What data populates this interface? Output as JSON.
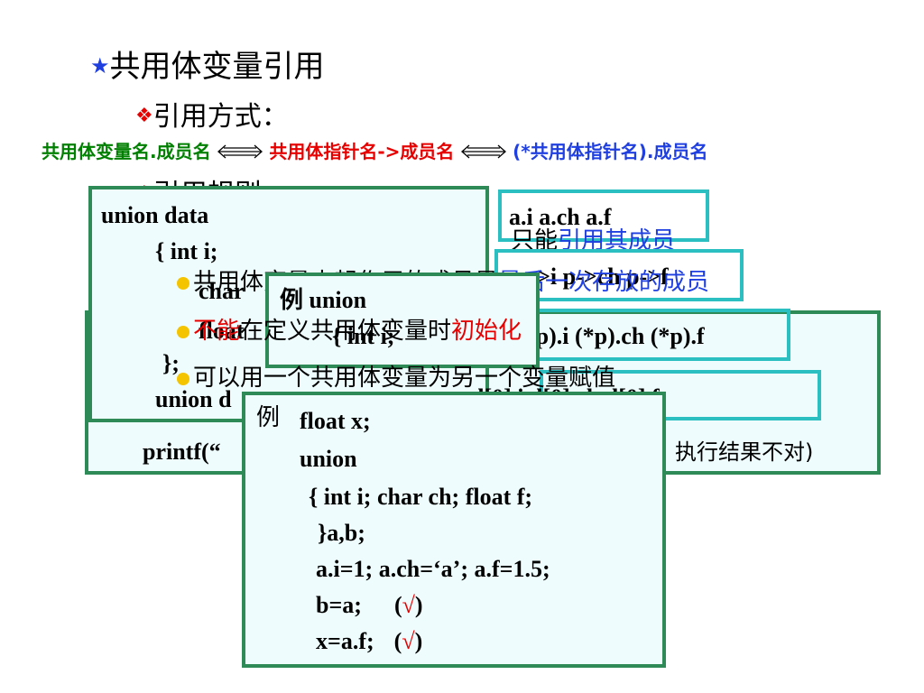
{
  "colors": {
    "green": "#2e8b57",
    "teal": "#2bbfc2",
    "blue": "#1f3fe0",
    "red": "#e60000",
    "fill": "#eefcfd",
    "textgreen": "#008000"
  },
  "heading": {
    "star": "★",
    "title": "共用体变量引用"
  },
  "sub1": {
    "bullet": "❖",
    "text": "引用方式："
  },
  "ways": {
    "w1": "共用体变量名.成员名",
    "w2": "共用体指针名->成员名",
    "w3": "(*共用体指针名).成员名"
  },
  "sub2": {
    "bullet": "❖",
    "text": "引用规则"
  },
  "box_a": {
    "lines": [
      "union data",
      "{    int i;",
      "char",
      "float",
      "};",
      "union d"
    ]
  },
  "box_b": {
    "text": "a.i    a.ch     a.f"
  },
  "rule_only": {
    "pre": "只能",
    "text": "引用其成员"
  },
  "box_c": {
    "text": "p->i   p->ch   p->f"
  },
  "rule_last": {
    "text": "共用体变量中起作用的成员是",
    "blue": "最后一次存放的成员"
  },
  "box_d": {
    "text": "(*p).i   (*p).ch  (*p).f"
  },
  "rule_noinit": {
    "red1": "不能",
    "mid": "在定义共用体变量时",
    "red2": "初始化"
  },
  "box_e": {
    "text": "d[0].i   d[0].ch    d[0].f"
  },
  "rule_assign": {
    "text": "可以用一个共用体变量为另一个变量赋值"
  },
  "box_f": {
    "line1": "printf(“",
    "line1_end": "执行结果不对)"
  },
  "box_g": {
    "lines": [
      "例   union",
      "{    int i;"
    ]
  },
  "box_h": {
    "label": "例",
    "lines": [
      "float  x;",
      "union",
      "{    int i;   char ch;  float f;",
      "}a,b;",
      "a.i=1;   a.ch=‘a’;   a.f=1.5;",
      "b=a;",
      "x=a.f;"
    ],
    "check": "√"
  }
}
